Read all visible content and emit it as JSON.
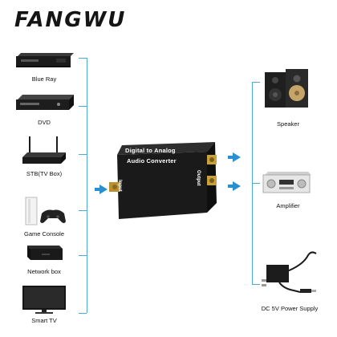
{
  "brand": "FANGWU",
  "inputs": [
    {
      "label": "Blue Ray",
      "icon": "bluray-player-icon"
    },
    {
      "label": "DVD",
      "icon": "dvd-player-icon"
    },
    {
      "label": "STB(TV Box)",
      "icon": "router-tv-box-icon"
    },
    {
      "label": "Game Console",
      "icon": "game-console-icon"
    },
    {
      "label": "Network box",
      "icon": "network-box-icon"
    },
    {
      "label": "Smart TV",
      "icon": "smart-tv-icon"
    }
  ],
  "converter": {
    "title_line1": "Digital to Analog",
    "title_line2": "Audio Converter",
    "input_label": "Input",
    "output_label": "Output"
  },
  "outputs": [
    {
      "label": "Speaker",
      "icon": "speaker-icon"
    },
    {
      "label": "Amplifier",
      "icon": "amplifier-icon"
    },
    {
      "label": "DC 5V Power Supply",
      "icon": "power-adapter-icon"
    }
  ],
  "colors": {
    "line": "#4ea9d6",
    "arrow": "#2a8fcf",
    "device": "#1e1e1e",
    "gold": "#c9a13a"
  }
}
